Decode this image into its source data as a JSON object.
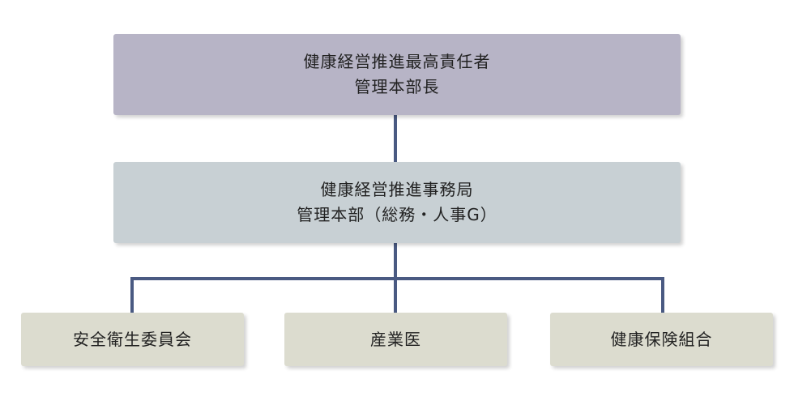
{
  "diagram": {
    "top": {
      "line1": "健康経営推進最高責任者",
      "line2": "管理本部長"
    },
    "middle": {
      "line1": "健康経営推進事務局",
      "line2": "管理本部（総務・人事G）"
    },
    "bottom": [
      {
        "label": "安全衛生委員会"
      },
      {
        "label": "産業医"
      },
      {
        "label": "健康保険組合"
      }
    ]
  },
  "colors": {
    "top_box": "#b7b4c6",
    "middle_box": "#c8d0d4",
    "bottom_box": "#dcdccf",
    "connector": "#4a5a82"
  }
}
